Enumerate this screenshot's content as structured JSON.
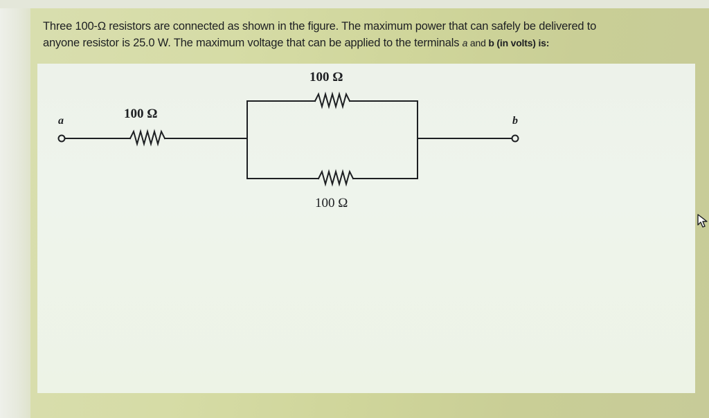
{
  "question": {
    "line1": "Three 100-Ω resistors are connected as shown in the figure. The maximum power that can safely be delivered to",
    "line2_main": "anyone resistor is 25.0 W. The maximum voltage that can be applied to the terminals ",
    "terminal_a": "a",
    "line2_and": " and ",
    "terminal_b": "b",
    "line2_end": " (in volts) is:"
  },
  "figure": {
    "resistor_top_label": "100 Ω",
    "resistor_left_label": "100 Ω",
    "resistor_bottom_label": "100 Ω",
    "terminal_a": "a",
    "terminal_b": "b"
  },
  "icons": {
    "cursor": "mouse-pointer-icon",
    "resistor": "zigzag-resistor-icon",
    "terminal": "open-circle-terminal-icon"
  }
}
